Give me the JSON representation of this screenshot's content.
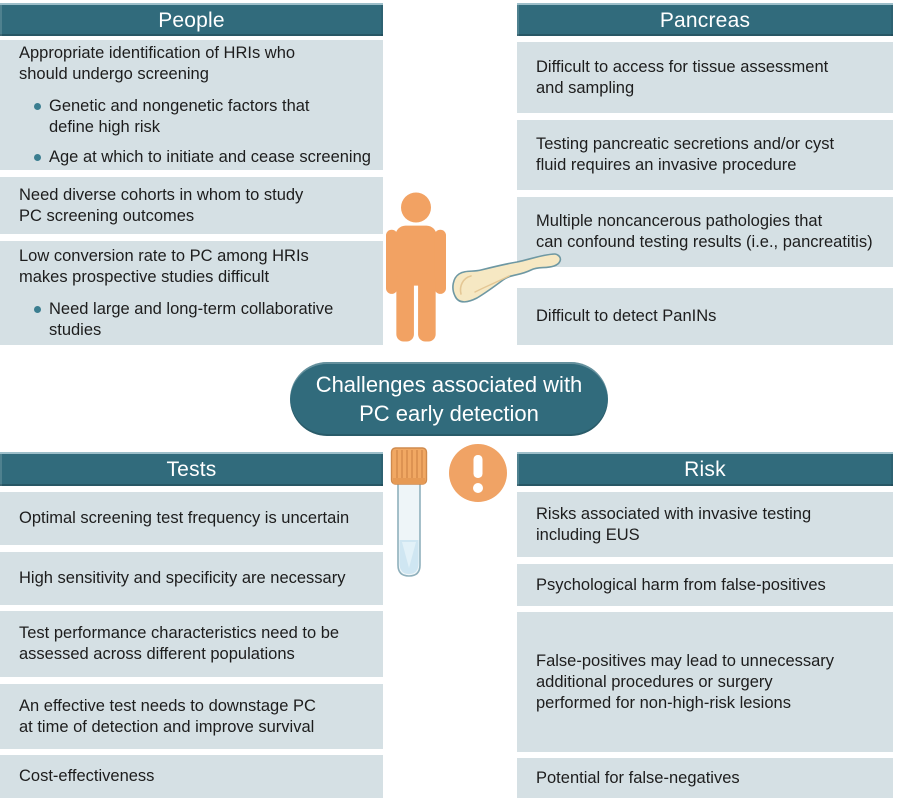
{
  "figure": {
    "center_label": "Challenges associated with\nPC early detection"
  },
  "colors": {
    "header_teal": "#316b7c",
    "card_background": "#d5e0e4",
    "accent_orange": "#f2a263",
    "bullet_teal": "#3b7e90",
    "pancreas_fill": "#f6e8c3",
    "text": "#1d1d1d"
  },
  "icons": {
    "person": "human-figure-icon",
    "pancreas": "pancreas-organ-icon",
    "test_tube": "test-tube-icon",
    "alert": "exclamation-mark-icon"
  },
  "sections": {
    "people": {
      "title": "People",
      "boxes": [
        {
          "text": "Appropriate identification of HRIs who\nshould undergo screening",
          "bullets": [
            "Genetic and nongenetic factors that\ndefine high risk",
            "Age at which to initiate and cease screening"
          ]
        },
        {
          "text": "Need diverse cohorts in whom to study\nPC screening outcomes"
        },
        {
          "text": "Low conversion rate to PC among HRIs\nmakes prospective studies difficult",
          "bullets": [
            "Need large and long-term collaborative\nstudies"
          ]
        }
      ]
    },
    "pancreas": {
      "title": "Pancreas",
      "boxes": [
        {
          "text": "Difficult to access for tissue assessment\nand sampling"
        },
        {
          "text": "Testing pancreatic secretions and/or cyst\nfluid requires an invasive procedure"
        },
        {
          "text": "Multiple noncancerous pathologies that\ncan confound testing results (i.e., pancreatitis)"
        },
        {
          "text": "Difficult to detect PanINs"
        }
      ]
    },
    "tests": {
      "title": "Tests",
      "boxes": [
        {
          "text": "Optimal screening test frequency is uncertain"
        },
        {
          "text": "High sensitivity and specificity are necessary"
        },
        {
          "text": "Test performance characteristics need to be\nassessed across different populations"
        },
        {
          "text": "An effective test needs to downstage PC\nat time of detection and improve survival"
        },
        {
          "text": "Cost-effectiveness"
        }
      ]
    },
    "risk": {
      "title": "Risk",
      "boxes": [
        {
          "text": "Risks associated with invasive testing\nincluding EUS"
        },
        {
          "text": "Psychological harm from false-positives"
        },
        {
          "text": "False-positives may lead to unnecessary\nadditional procedures or surgery\nperformed for non-high-risk lesions"
        },
        {
          "text": "Potential for false-negatives"
        }
      ]
    }
  }
}
